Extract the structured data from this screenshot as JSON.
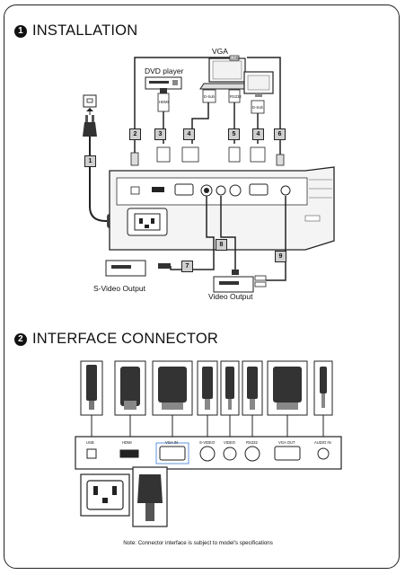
{
  "section1": {
    "number": "1",
    "title": "INSTALLATION"
  },
  "section2": {
    "number": "2",
    "title": "INTERFACE CONNECTOR"
  },
  "devices": {
    "vga": "VGA",
    "dvd": "DVD player",
    "svideo_output": "S-Video Output",
    "video_output": "Video Output"
  },
  "cable_numbers": [
    "1",
    "2",
    "3",
    "4",
    "5",
    "6",
    "4",
    "7",
    "8",
    "9"
  ],
  "cable_tags": {
    "usb": "USB",
    "hdmi": "HDMI",
    "dsub": "D-Sub",
    "rs232": "RS232"
  },
  "ports": [
    "USB",
    "HDMI",
    "VGA IN",
    "S-VIDEO",
    "VIDEO",
    "RS232",
    "VGA OUT",
    "AUDIO IN"
  ],
  "note": "Note: Connector interface is subject to model's specifications"
}
